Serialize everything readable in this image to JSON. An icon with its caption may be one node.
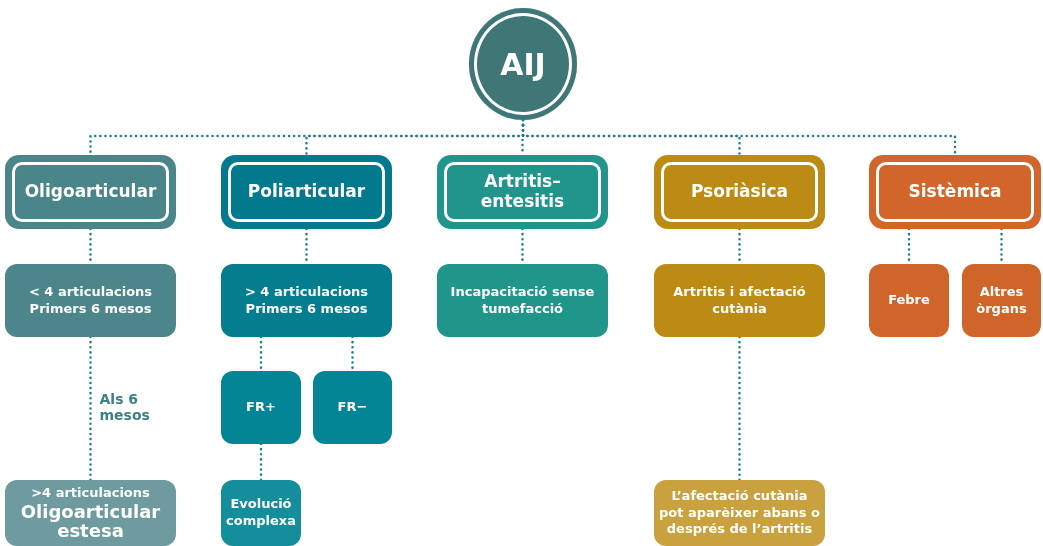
{
  "diagram": {
    "nodes": [
      {
        "text": [
          "AIJ"
        ]
      },
      {
        "text": [
          "Oligoarticular"
        ]
      },
      {
        "text": [
          "Poliarticular"
        ]
      },
      {
        "text": [
          "Artritis– entesitis"
        ]
      },
      {
        "text": [
          "Psoriàsica"
        ]
      },
      {
        "text": [
          "Sistèmica"
        ]
      },
      {
        "text": [
          "< 4 articulacions Primers 6 mesos"
        ]
      },
      {
        "text": [
          "> 4 articulacions Primers 6 mesos"
        ]
      },
      {
        "text": [
          "Incapacitació sense tumefacció"
        ]
      },
      {
        "text": [
          "Artritis i afectació cutània"
        ]
      },
      {
        "text": [
          "Febre"
        ]
      },
      {
        "text": [
          "Altres òrgans"
        ]
      },
      {
        "text": [
          "FR+"
        ]
      },
      {
        "text": [
          "FR−"
        ]
      },
      {
        "text": [
          ">4 articulacions",
          "Oligoarticular estesa"
        ]
      },
      {
        "text": [
          "Evolució complexa"
        ]
      },
      {
        "text": [
          "L’afectació cutània pot aparèixer abans o després de l’artritis"
        ]
      }
    ],
    "edges": [
      {
        "from": 0,
        "to": 1,
        "arrow": "none",
        "style": "dashed"
      },
      {
        "from": 0,
        "to": 2,
        "arrow": "none",
        "style": "dashed"
      },
      {
        "from": 0,
        "to": 3,
        "arrow": "none",
        "style": "dashed"
      },
      {
        "from": 0,
        "to": 4,
        "arrow": "none",
        "style": "dashed"
      },
      {
        "from": 0,
        "to": 5,
        "arrow": "none",
        "style": "dashed"
      },
      {
        "from": 1,
        "to": 6,
        "arrow": "none",
        "style": "dashed"
      },
      {
        "from": 2,
        "to": 7,
        "arrow": "none",
        "style": "dashed"
      },
      {
        "from": 3,
        "to": 8,
        "arrow": "none",
        "style": "dashed"
      },
      {
        "from": 4,
        "to": 9,
        "arrow": "none",
        "style": "dashed"
      },
      {
        "from": 5,
        "to": 10,
        "arrow": "none",
        "style": "dashed"
      },
      {
        "from": 5,
        "to": 11,
        "arrow": "none",
        "style": "dashed"
      },
      {
        "from": 7,
        "to": 12,
        "arrow": "none",
        "style": "dashed"
      },
      {
        "from": 7,
        "to": 13,
        "arrow": "none",
        "style": "dashed"
      },
      {
        "from": 6,
        "to": 14,
        "arrow": "none",
        "style": "dashed",
        "label": "Als 6 mesos"
      },
      {
        "from": 12,
        "to": 15,
        "arrow": "none",
        "style": "dashed"
      },
      {
        "from": 9,
        "to": 16,
        "arrow": "none",
        "style": "dashed"
      }
    ]
  }
}
